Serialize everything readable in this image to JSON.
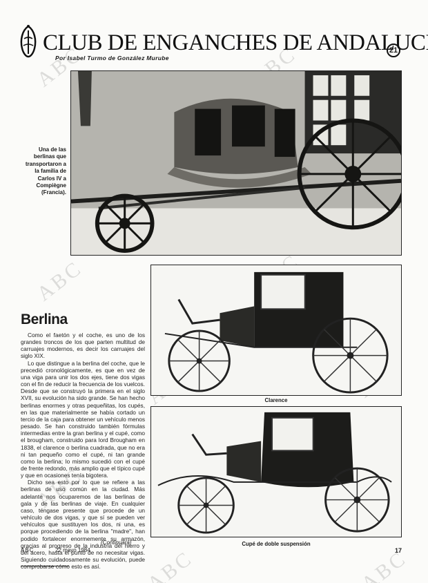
{
  "header": {
    "title": "CLUB DE ENGANCHES DE ANDALUCIA",
    "number": "21",
    "byline": "Por Isabel Turmo de González Murube"
  },
  "photo_top": {
    "caption": "Una de las berlinas que transportaron a la familia de Carlos IV a Compiègne (Francia)."
  },
  "section": {
    "title": "Berlina"
  },
  "article": {
    "paragraphs": [
      "Como el faetón y el coche, es uno de los grandes troncos de los que parten multitud de carruajes modernos, es decir los carruajes del siglo XIX.",
      "Lo que distingue a la berlina del coche, que le precedió cronológicamente, es que en vez de una viga para unir los dos ejes, tiene dos vigas con el fin de reducir la frecuencia de los vuelcos. Desde que se construyó la primera en el siglo XVII, su evolución ha sido grande. Se han hecho berlinas enormes y otras pequeñitas, los cupés, en las que materialmente se había cortado un tercio de la caja para obtener un vehículo menos pesado. Se han construido también fórmulas intermedias entre la gran berlina y el cupé, como el brougham, construido para lord Brougham en 1838, el clarence o berlina cuadrada, que no era ni tan pequeño como el cupé, ni tan grande como la berlina; lo mismo sucedió con el cupé de frente redondo, más amplio que el típico cupé y que en ocasiones tenía bigotera.",
      "Dicho sea esto por lo que se refiere a las berlinas de uso común en la ciudad. Más adelante nos ocuparemos de las berlinas de gala y de las berlinas de viaje. En cualquier caso, téngase presente que procede de un vehículo de dos vigas, y que sí se pueden ver vehículos que sustituyen los dos, ni una, es porque procediendo de la berlina \"madre\", han podido fortalecer enormemente su armazón, gracias al progreso de la industria del hierro y del acero, hasta el punto de no necesitar vigas. Siguiendo cuidadosamente su evolución, puede comprobarse cómo esto es así."
    ],
    "continues": "(Continuará)"
  },
  "illustrations": {
    "clarence_caption": "Clarence",
    "cupe_caption": "Cupé de doble suspensión"
  },
  "footer": {
    "publication": "ABC",
    "date": "22 mayo 1984",
    "page": "17"
  },
  "watermark": {
    "text": "ABC"
  }
}
